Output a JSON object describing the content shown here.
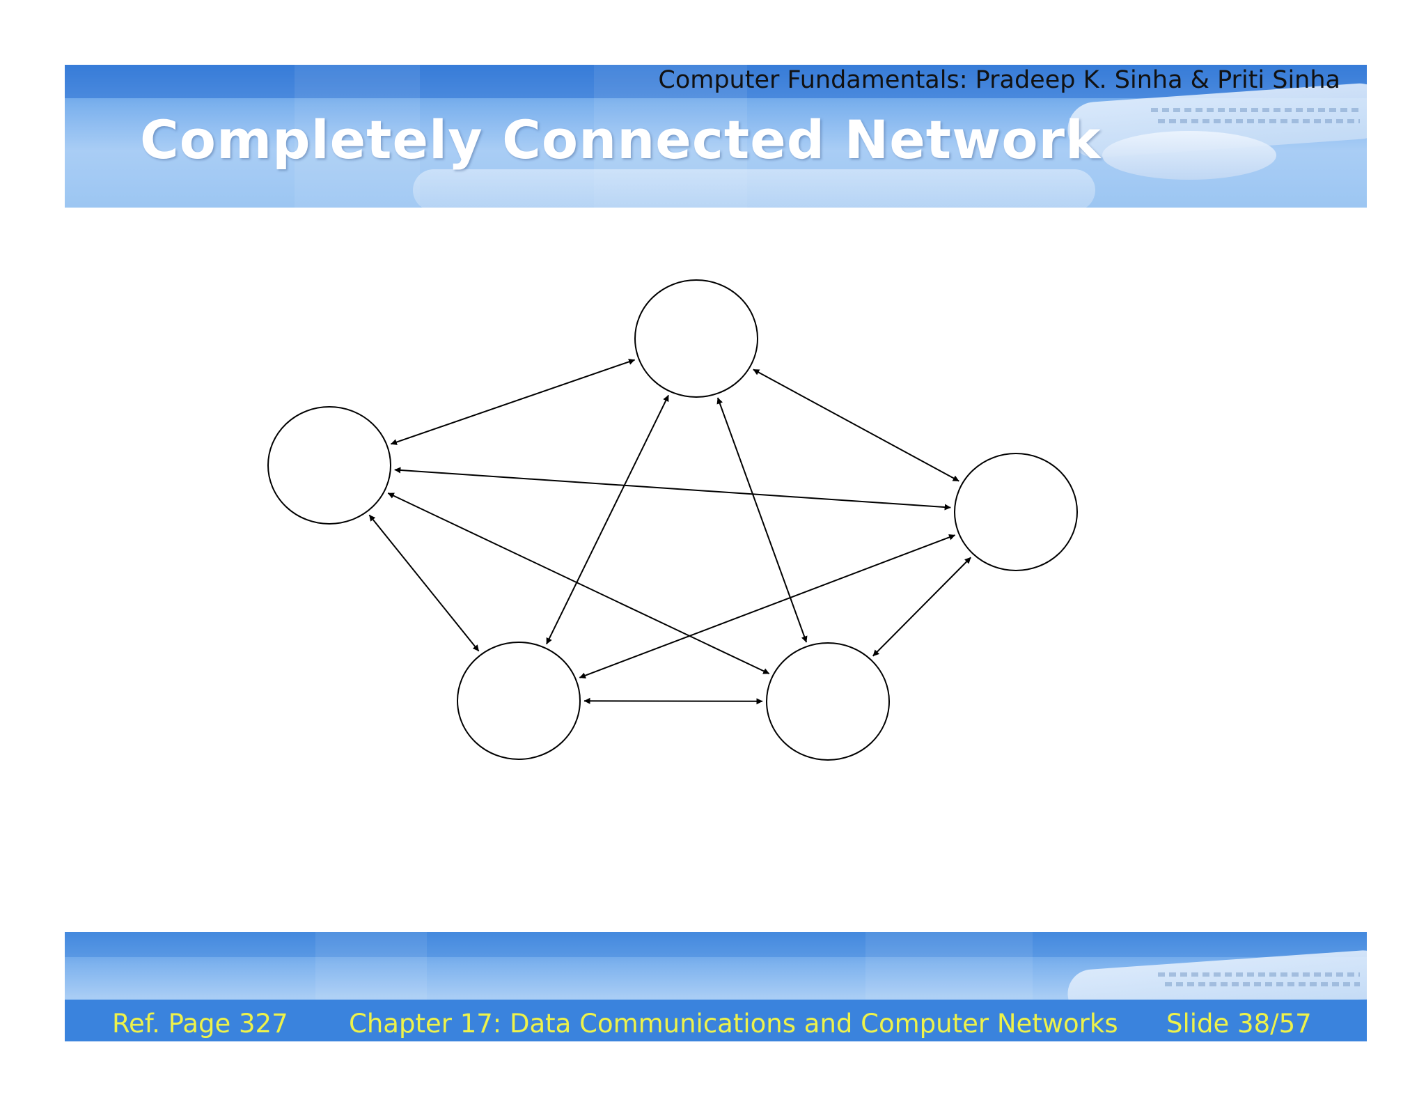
{
  "header": {
    "running_head": "Computer Fundamentals: Pradeep K. Sinha & Priti Sinha",
    "title": "Completely Connected Network"
  },
  "diagram": {
    "nodes": [
      "node-top",
      "node-left",
      "node-right",
      "node-bottom-left",
      "node-bottom-right"
    ],
    "edges": [
      [
        "node-top",
        "node-left"
      ],
      [
        "node-top",
        "node-right"
      ],
      [
        "node-top",
        "node-bottom-left"
      ],
      [
        "node-top",
        "node-bottom-right"
      ],
      [
        "node-left",
        "node-right"
      ],
      [
        "node-left",
        "node-bottom-left"
      ],
      [
        "node-left",
        "node-bottom-right"
      ],
      [
        "node-right",
        "node-bottom-left"
      ],
      [
        "node-right",
        "node-bottom-right"
      ],
      [
        "node-bottom-left",
        "node-bottom-right"
      ]
    ],
    "edge_style": "bidirectional-arrow"
  },
  "footer": {
    "ref_page": "Ref. Page 327",
    "chapter": "Chapter 17: Data Communications and Computer Networks",
    "slide": "Slide 38/57"
  },
  "colors": {
    "banner": "#7fb3ee",
    "footer_bar": "#3a83dd",
    "footer_text": "#eef24a",
    "title_text": "#ffffff"
  }
}
